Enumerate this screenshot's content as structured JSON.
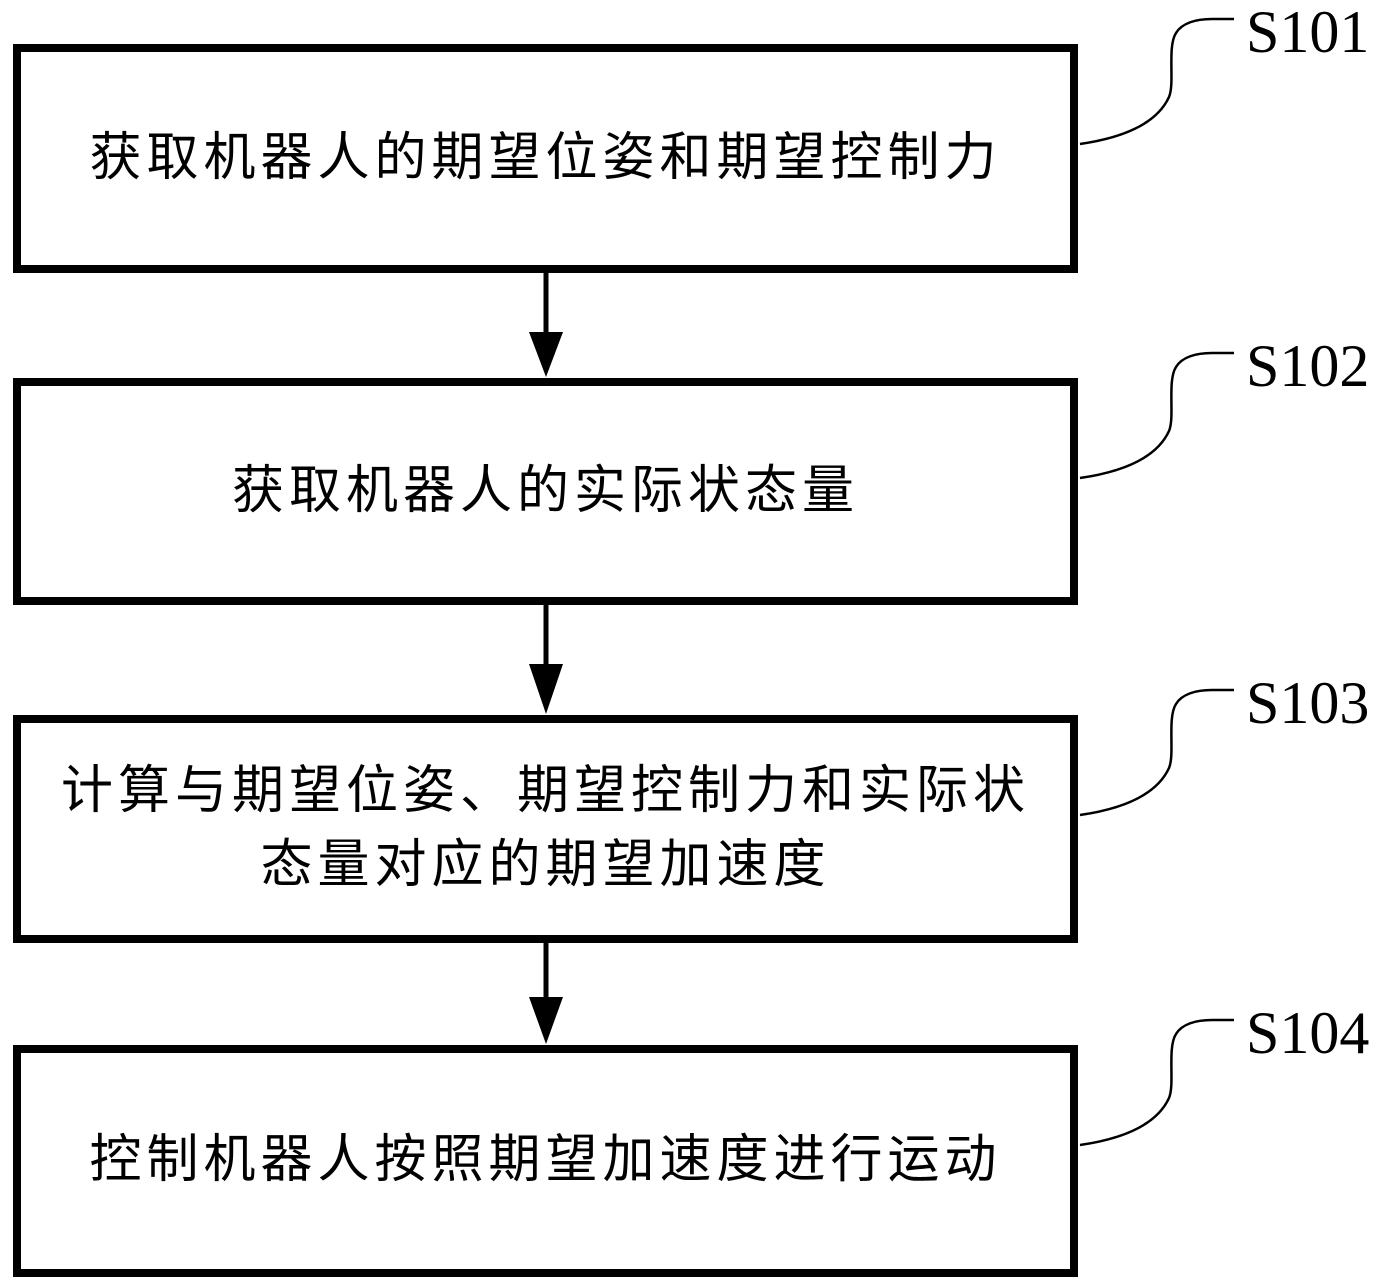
{
  "flowchart": {
    "figure_type": "patent-flowchart",
    "colors": {
      "ink": "#000000",
      "background": "#ffffff"
    },
    "steps": [
      {
        "label": "S101",
        "text": "获取机器人的期望位姿和期望控制力"
      },
      {
        "label": "S102",
        "text": "获取机器人的实际状态量"
      },
      {
        "label": "S103",
        "text": "计算与期望位姿、期望控制力和实际状态量对应的期望加速度"
      },
      {
        "label": "S104",
        "text": "控制机器人按照期望加速度进行运动"
      }
    ]
  }
}
